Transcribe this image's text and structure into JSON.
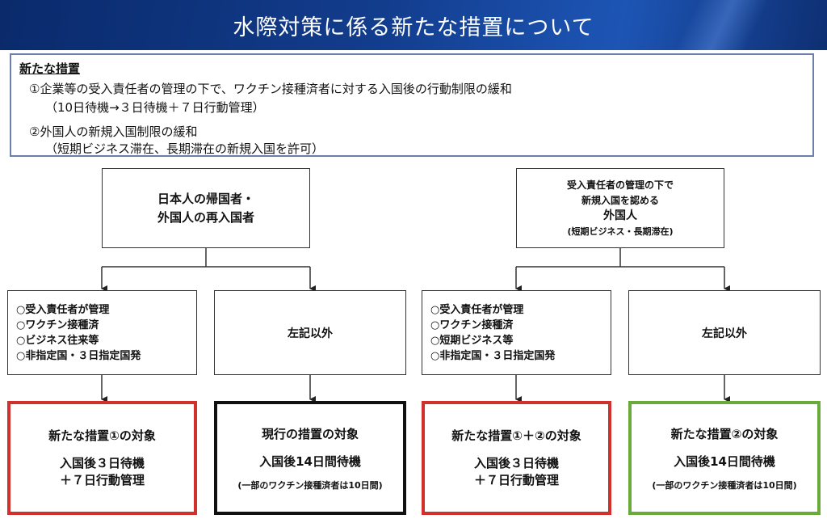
{
  "header": {
    "title": "水際対策に係る新たな措置について"
  },
  "summary": {
    "label": "新たな措置",
    "item1": "①企業等の受入責任者の管理の下で、ワクチン接種済者に対する入国後の行動制限の緩和",
    "item1_sub": "（10日待機→３日待機＋７日行動管理）",
    "item2": "②外国人の新規入国制限の緩和",
    "item2_sub": "（短期ビジネス滞在、長期滞在の新規入国を許可）"
  },
  "left_top": {
    "line1": "日本人の帰国者・",
    "line2": "外国人の再入国者"
  },
  "right_top": {
    "line1": "受入責任者の管理の下で",
    "line2": "新規入国を認める",
    "line3": "外国人",
    "line4": "(短期ビジネス・長期滞在)"
  },
  "cond_left": [
    "○受入責任者が管理",
    "○ワクチン接種済",
    "○ビジネス往来等",
    "○非指定国・３日指定国発"
  ],
  "other_left": "左記以外",
  "cond_right": [
    "○受入責任者が管理",
    "○ワクチン接種済",
    "○短期ビジネス等",
    "○非指定国・３日指定国発"
  ],
  "other_right": "左記以外",
  "results": [
    {
      "title": "新たな措置①の対象",
      "line1": "入国後３日待機",
      "line2": "＋７日行動管理",
      "note": "",
      "color": "#d0312d"
    },
    {
      "title": "現行の措置の対象",
      "line1": "入国後14日間待機",
      "line2": "",
      "note": "(一部のワクチン接種済者は10日間)",
      "color": "#111111"
    },
    {
      "title": "新たな措置①＋②の対象",
      "line1": "入国後３日待機",
      "line2": "＋７日行動管理",
      "note": "",
      "color": "#d0312d"
    },
    {
      "title": "新たな措置②の対象",
      "line1": "入国後14日間待機",
      "line2": "",
      "note": "(一部のワクチン接種済者は10日間)",
      "color": "#6aaa3a"
    }
  ]
}
